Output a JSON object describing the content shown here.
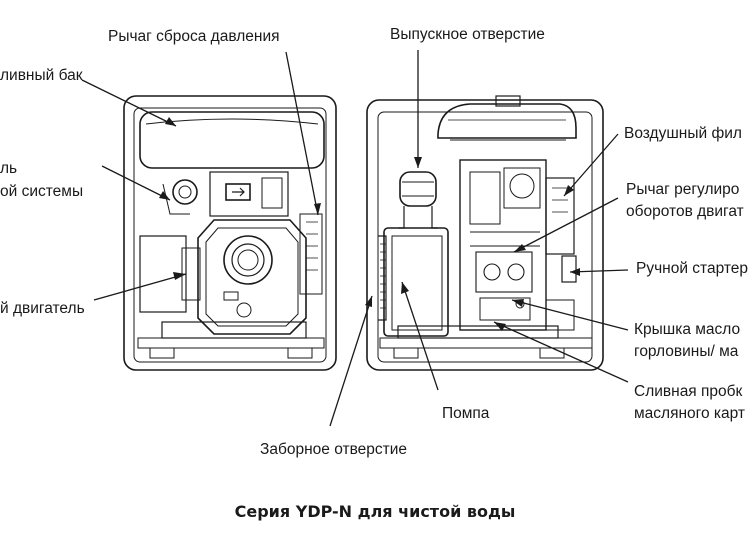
{
  "labels": {
    "pressure_lever": "Рычаг сброса давления",
    "outlet": "Выпускное отверстие",
    "fuel_tank": "ливный бак",
    "cooling_line1": "ль",
    "cooling_line2": "ой системы",
    "engine": "й двигатель",
    "air_filter": "Воздушный фил",
    "speed_lever_line1": "Рычаг регулиро",
    "speed_lever_line2": "оборотов двигат",
    "manual_starter": "Ручной стартер",
    "oil_cap_line1": "Крышка масло",
    "oil_cap_line2": "горловины/ ма",
    "pump": "Помпа",
    "drain_line1": "Сливная пробк",
    "drain_line2": "масляного карт",
    "inlet": "Заборное отверстие"
  },
  "caption": "Серия YDP-N для чистой воды"
}
